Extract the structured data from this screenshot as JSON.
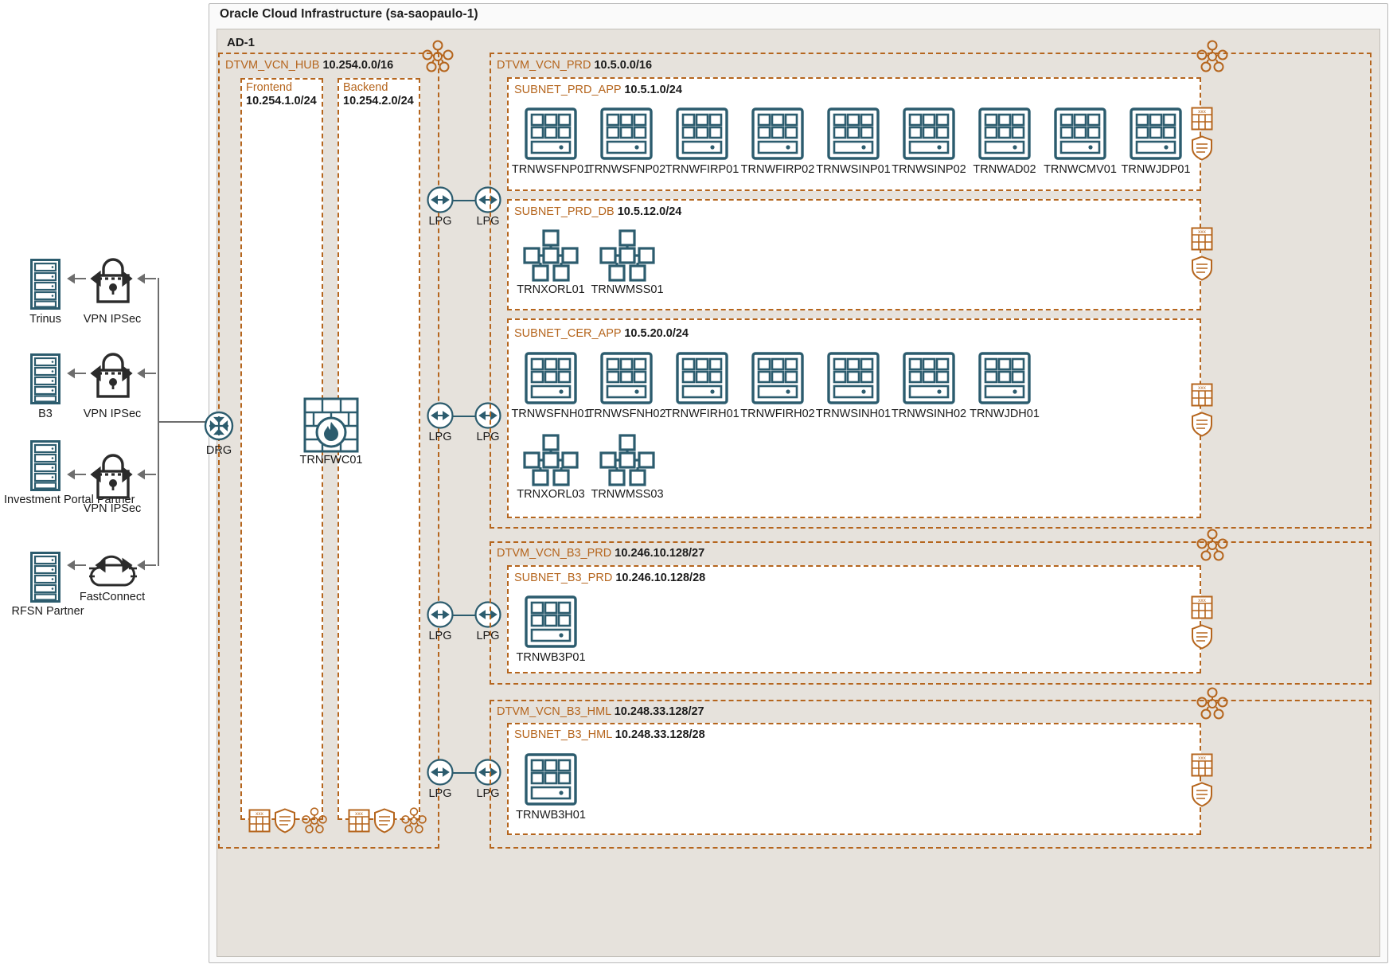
{
  "diagram": {
    "cloud_title": "Oracle Cloud Infrastructure (sa-saopaulo-1)",
    "ad_title": "AD-1"
  },
  "onprem": {
    "partners": [
      {
        "name": "Trinus",
        "icon": "server-rack-icon",
        "link": "VPN IPSec",
        "link_icon": "padlock-icon"
      },
      {
        "name": "B3",
        "icon": "server-rack-icon",
        "link": "VPN IPSec",
        "link_icon": "padlock-icon"
      },
      {
        "name": "Investment Portal Partner",
        "icon": "server-rack-icon",
        "link": "VPN IPSec",
        "link_icon": "padlock-icon"
      },
      {
        "name": "RFSN Partner",
        "icon": "server-rack-icon",
        "link": "FastConnect",
        "link_icon": "cloud-icon"
      }
    ]
  },
  "hub": {
    "drg": {
      "label": "DRG",
      "icon": "drg-icon"
    },
    "firewall": {
      "label": "TRNFWC01",
      "icon": "firewall-icon"
    },
    "vcn": {
      "name": "DTVM_VCN_HUB",
      "cidr": "10.254.0.0/16"
    },
    "zones": [
      {
        "name": "Frontend",
        "cidr": "10.254.1.0/24"
      },
      {
        "name": "Backend",
        "cidr": "10.254.2.0/24"
      }
    ]
  },
  "vcns": [
    {
      "name": "DTVM_VCN_PRD",
      "cidr": "10.5.0.0/16",
      "subnets": [
        {
          "name": "SUBNET_PRD_APP",
          "cidr": "10.5.1.0/24",
          "rows": [
            {
              "icon": "vm-instance-icon",
              "hosts": [
                "TRNWSFNP01",
                "TRNWSFNP02",
                "TRNWFIRP01",
                "TRNWFIRP02",
                "TRNWSINP01",
                "TRNWSINP02",
                "TRNWAD02",
                "TRNWCMV01",
                "TRNWJDP01"
              ]
            }
          ]
        },
        {
          "name": "SUBNET_PRD_DB",
          "cidr": "10.5.12.0/24",
          "rows": [
            {
              "icon": "db-cluster-icon",
              "hosts": [
                "TRNXORL01",
                "TRNWMSS01"
              ]
            }
          ]
        },
        {
          "name": "SUBNET_CER_APP",
          "cidr": "10.5.20.0/24",
          "rows": [
            {
              "icon": "vm-instance-icon",
              "hosts": [
                "TRNWSFNH01",
                "TRNWSFNH02",
                "TRNWFIRH01",
                "TRNWFIRH02",
                "TRNWSINH01",
                "TRNWSINH02",
                "TRNWJDH01"
              ]
            },
            {
              "icon": "db-cluster-icon",
              "hosts": [
                "TRNXORL03",
                "TRNWMSS03"
              ]
            }
          ]
        }
      ]
    },
    {
      "name": "DTVM_VCN_B3_PRD",
      "cidr": "10.246.10.128/27",
      "subnets": [
        {
          "name": "SUBNET_B3_PRD",
          "cidr": "10.246.10.128/28",
          "rows": [
            {
              "icon": "vm-instance-icon",
              "hosts": [
                "TRNWB3P01"
              ]
            }
          ]
        }
      ]
    },
    {
      "name": "DTVM_VCN_B3_HML",
      "cidr": "10.248.33.128/27",
      "subnets": [
        {
          "name": "SUBNET_B3_HML",
          "cidr": "10.248.33.128/28",
          "rows": [
            {
              "icon": "vm-instance-icon",
              "hosts": [
                "TRNWB3H01"
              ]
            }
          ]
        }
      ]
    }
  ],
  "peerings": [
    {
      "left_label": "LPG",
      "right_label": "LPG",
      "icon": "lpg-icon"
    },
    {
      "left_label": "LPG",
      "right_label": "LPG",
      "icon": "lpg-icon"
    },
    {
      "left_label": "LPG",
      "right_label": "LPG",
      "icon": "lpg-icon"
    },
    {
      "left_label": "LPG",
      "right_label": "LPG",
      "icon": "lpg-icon"
    }
  ],
  "side_icons": {
    "route_table": "route-table-icon",
    "security_list": "security-list-icon",
    "gateway": "internet-gateway-icon"
  },
  "colors": {
    "accent_orange": "#b5651d",
    "teal": "#2c5c6e",
    "ad_background": "#e6e2dc",
    "cloud_background": "#fafafa",
    "dark": "#2b2b2b"
  }
}
